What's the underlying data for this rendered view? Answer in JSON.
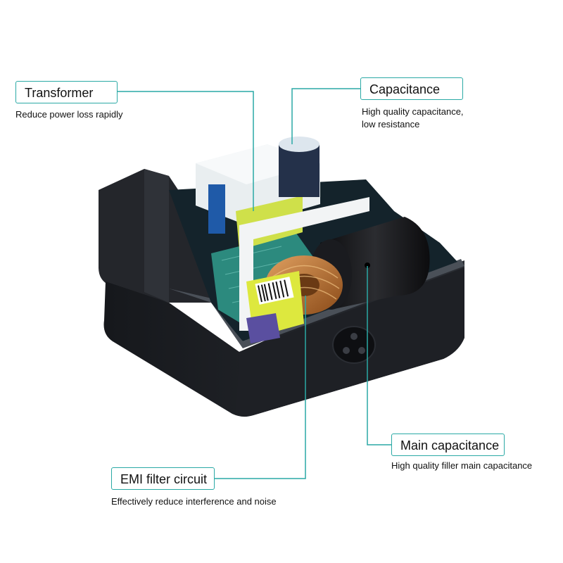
{
  "callouts": {
    "transformer": {
      "title": "Transformer",
      "desc": "Reduce power loss rapidly"
    },
    "capacitance": {
      "title": "Capacitance",
      "desc_line1": "High quality capacitance,",
      "desc_line2": "low resistance"
    },
    "main_capacitance": {
      "title": "Main capacitance",
      "desc": "High quality filler main capacitance"
    },
    "emi_filter": {
      "title": "EMI filter circuit",
      "desc": "Effectively reduce interference and noise"
    }
  },
  "colors": {
    "leader_line": "#2aa9a5",
    "case": "#1b1d22",
    "coil": "#c77a2e",
    "board": "#2c8a7e"
  }
}
